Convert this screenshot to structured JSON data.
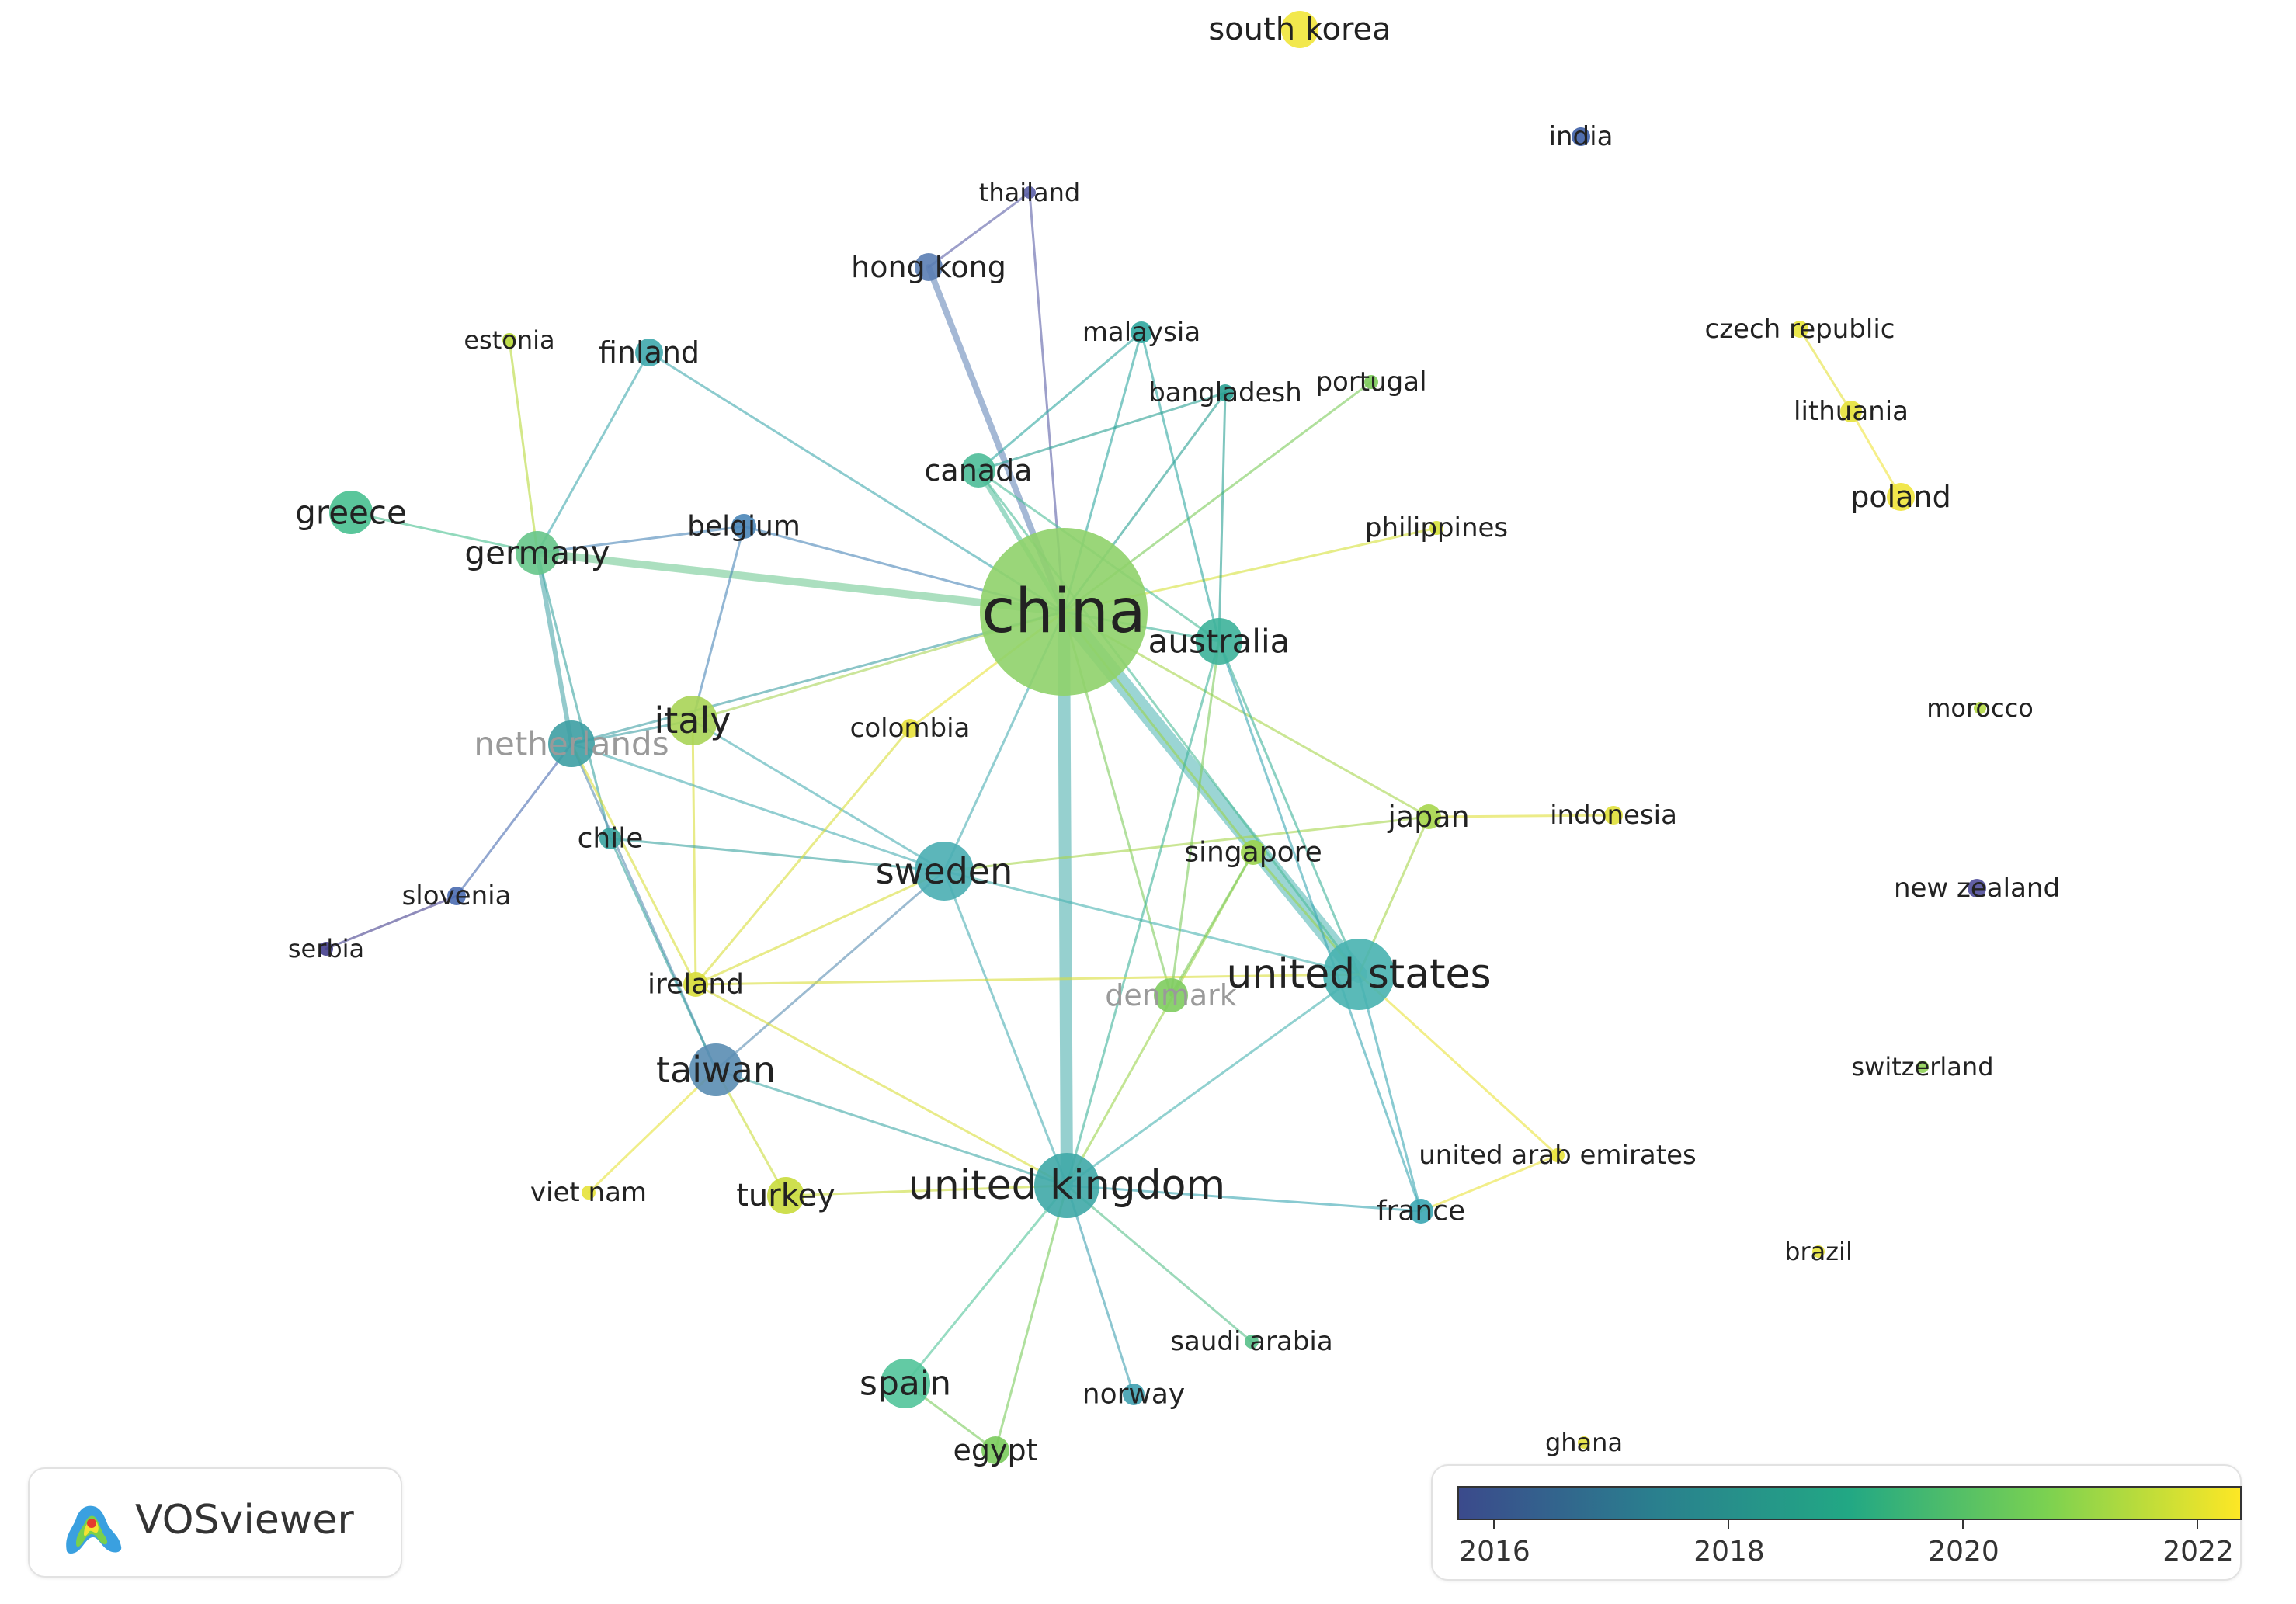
{
  "app": "VOSviewer",
  "legend": {
    "labels": [
      "2016",
      "2018",
      "2020",
      "2022"
    ],
    "gradient": [
      "#3b4a8c",
      "#2a7f8e",
      "#22a884",
      "#7ad151",
      "#fde725"
    ]
  },
  "nodes": [
    {
      "id": "china",
      "label": "china",
      "color": "#8fd16a"
    },
    {
      "id": "united_states",
      "label": "united states",
      "color": "#48b3b0"
    },
    {
      "id": "united_kingdom",
      "label": "united kingdom",
      "color": "#3fa9a7"
    },
    {
      "id": "sweden",
      "label": "sweden",
      "color": "#4aaeb2"
    },
    {
      "id": "taiwan",
      "label": "taiwan",
      "color": "#5a8db3"
    },
    {
      "id": "italy",
      "label": "italy",
      "color": "#a8d457"
    },
    {
      "id": "germany",
      "label": "germany",
      "color": "#66c58a"
    },
    {
      "id": "australia",
      "label": "australia",
      "color": "#3db29a"
    },
    {
      "id": "netherlands",
      "label": "netherlands",
      "color": "#3d9fa3"
    },
    {
      "id": "greece",
      "label": "greece",
      "color": "#48c090"
    },
    {
      "id": "spain",
      "label": "spain",
      "color": "#52c49a"
    },
    {
      "id": "canada",
      "label": "canada",
      "color": "#4dbc98"
    },
    {
      "id": "finland",
      "label": "finland",
      "color": "#3fa8ad"
    },
    {
      "id": "belgium",
      "label": "belgium",
      "color": "#4a86b8"
    },
    {
      "id": "malaysia",
      "label": "malaysia",
      "color": "#2fa7a0"
    },
    {
      "id": "bangladesh",
      "label": "bangladesh",
      "color": "#2aa092"
    },
    {
      "id": "portugal",
      "label": "portugal",
      "color": "#7ccc5a"
    },
    {
      "id": "philippines",
      "label": "philippines",
      "color": "#d6e13a"
    },
    {
      "id": "thailand",
      "label": "thailand",
      "color": "#5b5fa6"
    },
    {
      "id": "hong_kong",
      "label": "hong kong",
      "color": "#5a7db3"
    },
    {
      "id": "estonia",
      "label": "estonia",
      "color": "#b8d93a"
    },
    {
      "id": "colombia",
      "label": "colombia",
      "color": "#e8e23a"
    },
    {
      "id": "chile",
      "label": "chile",
      "color": "#3aa3a0"
    },
    {
      "id": "slovenia",
      "label": "slovenia",
      "color": "#4a6cb0"
    },
    {
      "id": "serbia",
      "label": "serbia",
      "color": "#453f8e"
    },
    {
      "id": "ireland",
      "label": "ireland",
      "color": "#d8dd3a"
    },
    {
      "id": "viet_nam",
      "label": "viet nam",
      "color": "#e6e23a"
    },
    {
      "id": "turkey",
      "label": "turkey",
      "color": "#c9dc3c"
    },
    {
      "id": "egypt",
      "label": "egypt",
      "color": "#7acb5c"
    },
    {
      "id": "norway",
      "label": "norway",
      "color": "#3fa0b0"
    },
    {
      "id": "saudi_arabia",
      "label": "saudi arabia",
      "color": "#58c08a"
    },
    {
      "id": "france",
      "label": "france",
      "color": "#3aa6b2"
    },
    {
      "id": "united_arab_emirates",
      "label": "united arab emirates",
      "color": "#e9e33a"
    },
    {
      "id": "denmark",
      "label": "denmark",
      "color": "#7ecc5e"
    },
    {
      "id": "singapore",
      "label": "singapore",
      "color": "#9bd34c"
    },
    {
      "id": "japan",
      "label": "japan",
      "color": "#a6d64c"
    },
    {
      "id": "indonesia",
      "label": "indonesia",
      "color": "#e0e03a"
    },
    {
      "id": "south_korea",
      "label": "south korea",
      "color": "#f1e53a"
    },
    {
      "id": "india",
      "label": "india",
      "color": "#3e5fa6"
    },
    {
      "id": "czech_republic",
      "label": "czech republic",
      "color": "#e8e43a"
    },
    {
      "id": "lithuania",
      "label": "lithuania",
      "color": "#e4e13a"
    },
    {
      "id": "poland",
      "label": "poland",
      "color": "#f0e43a"
    },
    {
      "id": "morocco",
      "label": "morocco",
      "color": "#b5da45"
    },
    {
      "id": "new_zealand",
      "label": "new zealand",
      "color": "#514f9c"
    },
    {
      "id": "switzerland",
      "label": "switzerland",
      "color": "#8fd155"
    },
    {
      "id": "brazil",
      "label": "brazil",
      "color": "#e6e23a"
    },
    {
      "id": "ghana",
      "label": "ghana",
      "color": "#e2df3a"
    }
  ],
  "links": [
    [
      "china",
      "united_states"
    ],
    [
      "china",
      "united_kingdom"
    ],
    [
      "china",
      "germany"
    ],
    [
      "china",
      "hong_kong"
    ],
    [
      "china",
      "canada"
    ],
    [
      "china",
      "australia"
    ],
    [
      "china",
      "sweden"
    ],
    [
      "china",
      "italy"
    ],
    [
      "china",
      "finland"
    ],
    [
      "china",
      "malaysia"
    ],
    [
      "china",
      "bangladesh"
    ],
    [
      "china",
      "portugal"
    ],
    [
      "china",
      "philippines"
    ],
    [
      "china",
      "thailand"
    ],
    [
      "china",
      "belgium"
    ],
    [
      "china",
      "japan"
    ],
    [
      "china",
      "colombia"
    ],
    [
      "china",
      "denmark"
    ],
    [
      "china",
      "netherlands"
    ],
    [
      "china",
      "singapore"
    ],
    [
      "hong_kong",
      "thailand"
    ],
    [
      "germany",
      "greece"
    ],
    [
      "germany",
      "finland"
    ],
    [
      "germany",
      "estonia"
    ],
    [
      "germany",
      "netherlands"
    ],
    [
      "germany",
      "belgium"
    ],
    [
      "germany",
      "chile"
    ],
    [
      "italy",
      "netherlands"
    ],
    [
      "italy",
      "belgium"
    ],
    [
      "italy",
      "sweden"
    ],
    [
      "italy",
      "ireland"
    ],
    [
      "netherlands",
      "sweden"
    ],
    [
      "netherlands",
      "taiwan"
    ],
    [
      "netherlands",
      "slovenia"
    ],
    [
      "netherlands",
      "ireland"
    ],
    [
      "slovenia",
      "serbia"
    ],
    [
      "sweden",
      "chile"
    ],
    [
      "sweden",
      "ireland"
    ],
    [
      "sweden",
      "taiwan"
    ],
    [
      "sweden",
      "united_states"
    ],
    [
      "sweden",
      "japan"
    ],
    [
      "taiwan",
      "viet_nam"
    ],
    [
      "taiwan",
      "turkey"
    ],
    [
      "taiwan",
      "united_kingdom"
    ],
    [
      "taiwan",
      "chile"
    ],
    [
      "united_kingdom",
      "spain"
    ],
    [
      "united_kingdom",
      "egypt"
    ],
    [
      "united_kingdom",
      "norway"
    ],
    [
      "united_kingdom",
      "saudi_arabia"
    ],
    [
      "united_kingdom",
      "france"
    ],
    [
      "united_kingdom",
      "turkey"
    ],
    [
      "united_kingdom",
      "united_states"
    ],
    [
      "united_kingdom",
      "australia"
    ],
    [
      "united_kingdom",
      "singapore"
    ],
    [
      "united_kingdom",
      "ireland"
    ],
    [
      "united_kingdom",
      "sweden"
    ],
    [
      "spain",
      "egypt"
    ],
    [
      "united_states",
      "australia"
    ],
    [
      "united_states",
      "japan"
    ],
    [
      "united_states",
      "france"
    ],
    [
      "united_states",
      "united_arab_emirates"
    ],
    [
      "united_states",
      "singapore"
    ],
    [
      "united_states",
      "canada"
    ],
    [
      "united_states",
      "ireland"
    ],
    [
      "australia",
      "malaysia"
    ],
    [
      "australia",
      "bangladesh"
    ],
    [
      "australia",
      "canada"
    ],
    [
      "australia",
      "france"
    ],
    [
      "australia",
      "denmark"
    ],
    [
      "japan",
      "indonesia"
    ],
    [
      "colombia",
      "ireland"
    ],
    [
      "canada",
      "malaysia"
    ],
    [
      "canada",
      "bangladesh"
    ],
    [
      "czech_republic",
      "lithuania"
    ],
    [
      "lithuania",
      "poland"
    ],
    [
      "france",
      "united_arab_emirates"
    ],
    [
      "singapore",
      "denmark"
    ]
  ]
}
